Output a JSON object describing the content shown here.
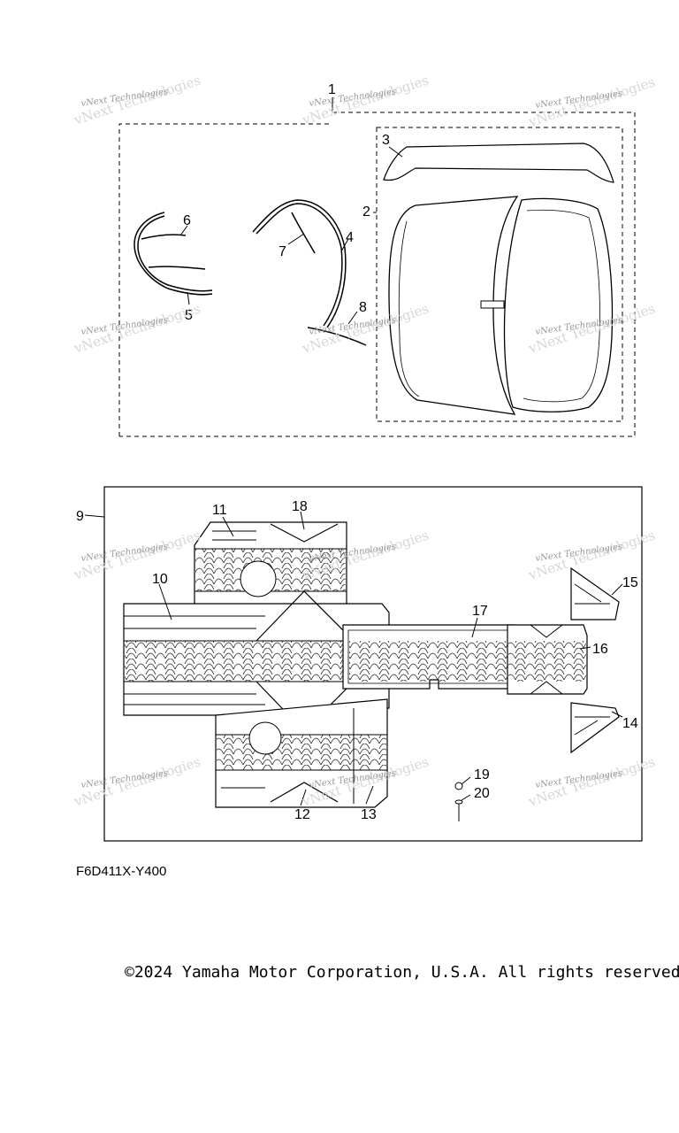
{
  "callouts": [
    "1",
    "2",
    "3",
    "4",
    "5",
    "6",
    "7",
    "8",
    "9",
    "10",
    "11",
    "12",
    "13",
    "14",
    "15",
    "16",
    "17",
    "18",
    "19",
    "20"
  ],
  "watermark": "vNext Technologies",
  "diagram_code": "F6D411X-Y400",
  "copyright": "©2024 Yamaha Motor Corporation, U.S.A. All rights reserved."
}
